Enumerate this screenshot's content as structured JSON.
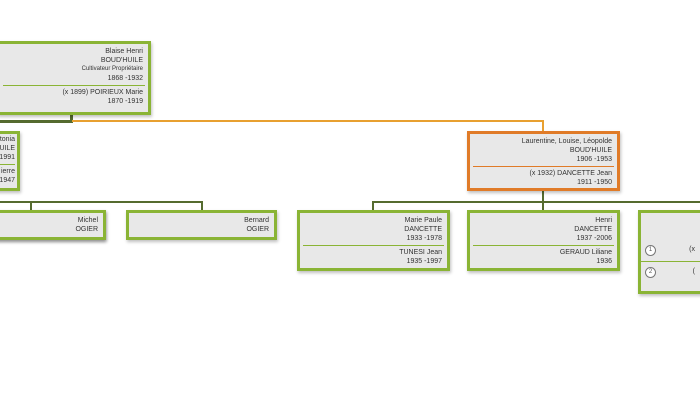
{
  "root": {
    "given": "Blaise Henri",
    "surname": "BOUD'HUILE",
    "occupation": "Cultivateur Propriétaire",
    "dates": "1868  -1932",
    "spouse_line": "(x 1899)  POIRIEUX  Marie",
    "spouse_dates": "1870  -1919"
  },
  "left_partial": {
    "line1": "tonia",
    "line2": "UILE",
    "line3": "1991",
    "line4": "ierre",
    "line5": "1947"
  },
  "featured": {
    "given": "Laurentine, Louise, Léopolde",
    "surname": "BOUD'HUILE",
    "dates": "1906  -1953",
    "spouse_line": "(x 1932)  DANCETTE  Jean",
    "spouse_dates": "1911  -1950"
  },
  "children_left": [
    {
      "given": "",
      "surname": ""
    },
    {
      "given": "Michel",
      "surname": "OGIER"
    },
    {
      "given": "Bernard",
      "surname": "OGIER"
    }
  ],
  "children_right": [
    {
      "given": "Marie Paule",
      "surname": "DANCETTE",
      "dates": "1933  -1978",
      "spouse_line": "TUNESI  Jean",
      "spouse_dates": "1935  -1997"
    },
    {
      "given": "Henri",
      "surname": "DANCETTE",
      "dates": "1937  -2006",
      "spouse_line": "GERAUD  Liliane",
      "spouse_dates": "1936"
    }
  ],
  "right_partial": {
    "marker1": "1",
    "marker2": "2",
    "frag1": "(x",
    "frag2": "("
  },
  "colors": {
    "green": "#8ab435",
    "orange": "#e07b28",
    "dark_line": "#556b2f",
    "link_line": "#e8a030"
  }
}
